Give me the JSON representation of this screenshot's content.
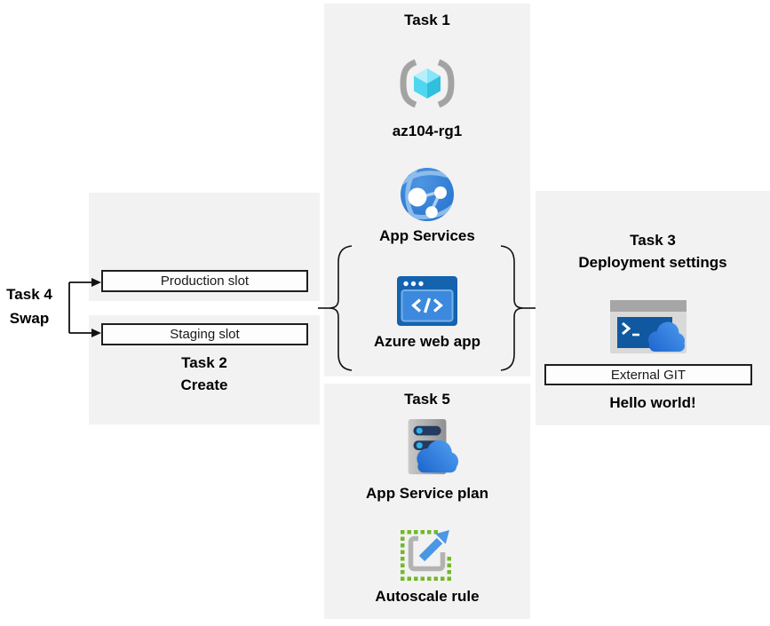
{
  "colors": {
    "panel_bg": "#f2f2f2",
    "text": "#1a1a1a",
    "box_border": "#1f1f1f",
    "box_bg": "#fdfdfd",
    "connector": "#111111",
    "bracket_gray": "#a3a3a3",
    "resource_cube_cyan": "#50d8f0",
    "app_services_blue": "#2e7ed6",
    "web_app_blue": "#1463af",
    "terminal_blue": "#1059a0",
    "cloud_blue": "#2f7fdd",
    "server_navy": "#243a5e",
    "server_gray": "#a8a8a8",
    "autoscale_green": "#73b82c",
    "autoscale_arrow_blue": "#4a97e4"
  },
  "tasks": {
    "task1": {
      "title": "Task 1",
      "items": [
        {
          "label": "az104-rg1",
          "icon": "resource-group-icon"
        },
        {
          "label": "App Services",
          "icon": "app-services-icon"
        },
        {
          "label": "Azure web app",
          "icon": "web-app-icon"
        }
      ]
    },
    "task2": {
      "title": "Task 2",
      "subtitle": "Create",
      "slots": [
        {
          "label": "Production slot"
        },
        {
          "label": "Staging slot"
        }
      ]
    },
    "task3": {
      "title": "Task 3",
      "subtitle": "Deployment settings",
      "icon": "cloud-shell-icon",
      "box_label": "External GIT",
      "caption": "Hello world!"
    },
    "task4": {
      "title": "Task 4",
      "subtitle": "Swap"
    },
    "task5": {
      "title": "Task 5",
      "items": [
        {
          "label": "App Service plan",
          "icon": "app-service-plan-icon"
        },
        {
          "label": "Autoscale rule",
          "icon": "autoscale-icon"
        }
      ]
    }
  }
}
